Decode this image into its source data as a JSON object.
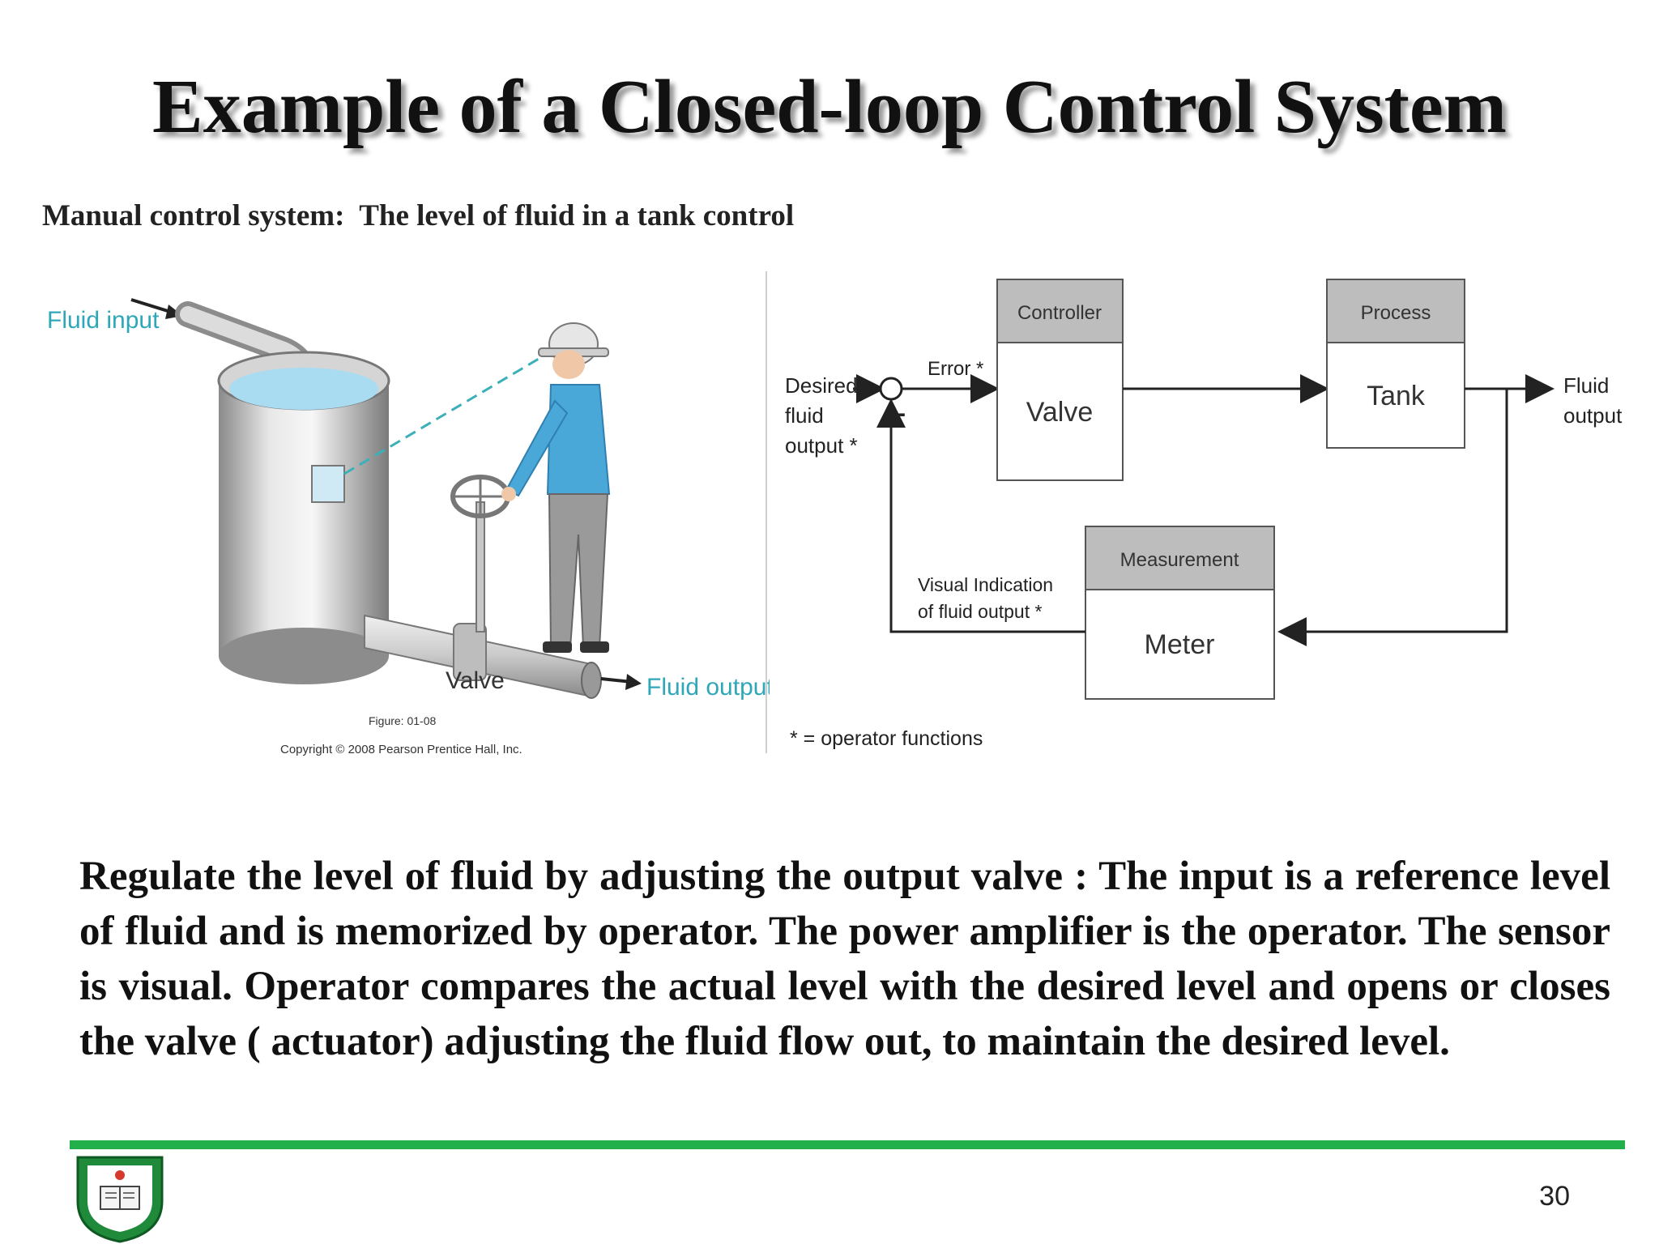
{
  "slide": {
    "title": "Example of a Closed-loop Control System",
    "subtitle": "Manual control system:  The level of fluid in a tank control",
    "page_number": "30",
    "body_text": "Regulate the level of fluid by adjusting the output valve : The input is a reference level of fluid and is memorized by operator.  The power amplifier is the operator. The sensor is visual. Operator compares the actual level with the desired level and opens or closes the valve ( actuator) adjusting the fluid flow out, to maintain the desired level."
  },
  "illustration": {
    "fluid_input": "Fluid input",
    "fluid_output": "Fluid output",
    "valve": "Valve",
    "figure": "Figure: 01-08",
    "copyright": "Copyright © 2008 Pearson Prentice Hall, Inc."
  },
  "block_diagram": {
    "desired_line1": "Desired",
    "desired_line2": "fluid",
    "desired_line3": "output *",
    "error": "Error *",
    "minus": "-",
    "controller_header": "Controller",
    "controller_body": "Valve",
    "process_header": "Process",
    "process_body": "Tank",
    "output_line1": "Fluid",
    "output_line2": "output",
    "measurement_header": "Measurement",
    "measurement_body": "Meter",
    "feedback_line1": "Visual Indication",
    "feedback_line2": "of fluid output *",
    "footnote": "* = operator functions"
  },
  "colors": {
    "title_shadow": "#9a9a9a",
    "accent_rule": "#22b04b",
    "label_teal": "#2ea7b8",
    "block_header": "#bdbdbd",
    "shirt": "#4aa8d8",
    "water": "#a9dcf0"
  }
}
